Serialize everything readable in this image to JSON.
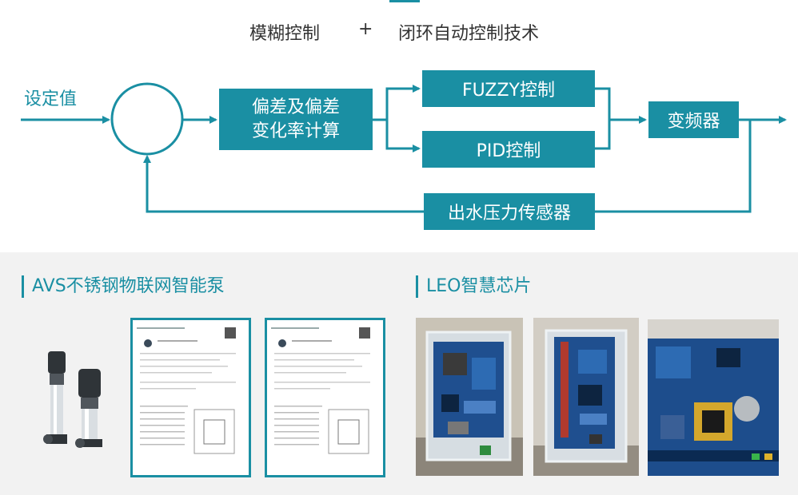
{
  "header": {
    "left": "模糊控制",
    "plus": "+",
    "right": "闭环自动控制技术"
  },
  "diagram": {
    "setpoint_label": "设定值",
    "deviation_box": [
      "偏差及偏差",
      "变化率计算"
    ],
    "fuzzy_box": "FUZZY控制",
    "pid_box": "PID控制",
    "inverter_box": "变频器",
    "sensor_box": "出水压力传感器"
  },
  "sections": {
    "pump_title": "AVS不锈钢物联网智能泵",
    "chip_title": "LEO智慧芯片"
  },
  "colors": {
    "accent": "#1a8fa3",
    "panel_bg": "#f2f2f2"
  }
}
